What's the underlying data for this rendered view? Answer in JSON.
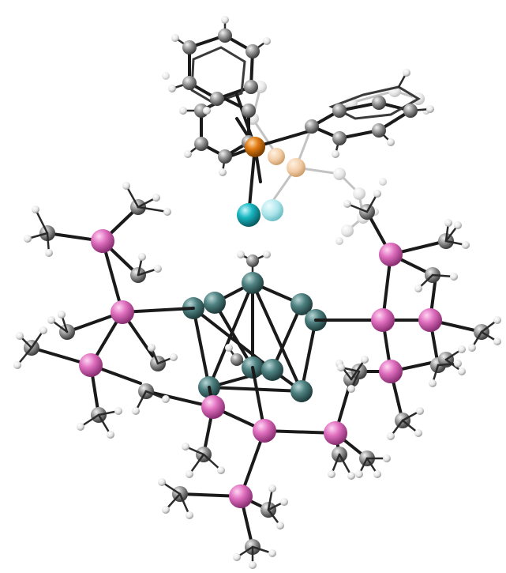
{
  "scene": {
    "description_free": true,
    "colors": {
      "background": "#ffffff",
      "bond": "#1a1a1a",
      "carbon": "#8c8c8c",
      "hydrogen": "#f2f2f2",
      "metal_cluster": "#4e7f7f",
      "silicon_pink": "#e06fbf",
      "phosphorus_orange": "#e07a12",
      "halide_cyan": "#18b7c2",
      "ghost_atom": "#e3e3e3"
    },
    "atom_types": [
      "carbon",
      "hydrogen",
      "metal_cluster",
      "silicon_pink",
      "phosphorus_orange",
      "halide_cyan"
    ]
  }
}
